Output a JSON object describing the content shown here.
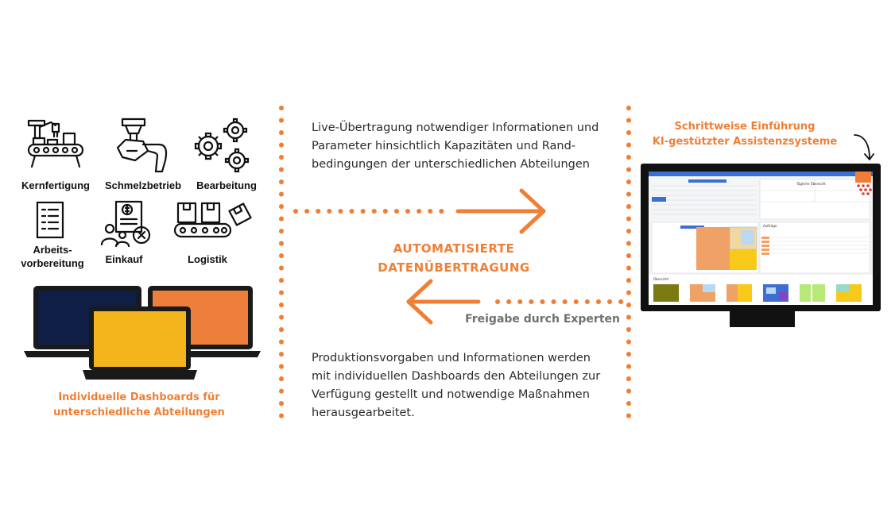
{
  "departments": [
    {
      "label": "Kernfertigung",
      "icon": "factory-robot-icon"
    },
    {
      "label": "Schmelzbetrieb",
      "icon": "foundry-ladle-icon"
    },
    {
      "label": "Bearbeitung",
      "icon": "gears-icon"
    },
    {
      "label": "Arbeits-",
      "label2": "vorbereitung",
      "icon": "checklist-icon"
    },
    {
      "label": "Einkauf",
      "icon": "purchasing-icon"
    },
    {
      "label": "Logistik",
      "icon": "conveyor-boxes-icon"
    }
  ],
  "left_caption": {
    "line1": "Individuelle Dashboards für",
    "line2": "unterschiedliche Abteilungen"
  },
  "top_text": {
    "line1": "Live-Übertragung notwendiger Informationen und",
    "line2": "Parameter hinsichtlich Kapazitäten und Rand-",
    "line3": "bedingungen der unterschiedlichen Abteilungen"
  },
  "center_title": {
    "line1": "AUTOMATISIERTE",
    "line2": "DATENÜBERTRAGUNG"
  },
  "return_label": "Freigabe durch Experten",
  "bottom_text": {
    "line1": "Produktionsvorgaben und Informationen werden",
    "line2": "mit individuellen Dashboards den Abteilungen zur",
    "line3": "Verfügung gestellt und notwendige Maßnahmen",
    "line4": "herausgearbeitet."
  },
  "right_caption": {
    "line1": "Schrittweise Einführung",
    "line2": "KI-gestützter Assistenzsysteme"
  },
  "screen": {
    "panel_title": "Tägliche Übersicht",
    "orders_title": "Aufträge",
    "overview_title": "Übersicht"
  },
  "colors": {
    "accent_orange": "#f07f35",
    "laptop_navy": "#0f1e44",
    "laptop_yellow": "#f3b51b",
    "laptop_orange": "#ee7f3a",
    "dark": "#1a1a1a"
  }
}
